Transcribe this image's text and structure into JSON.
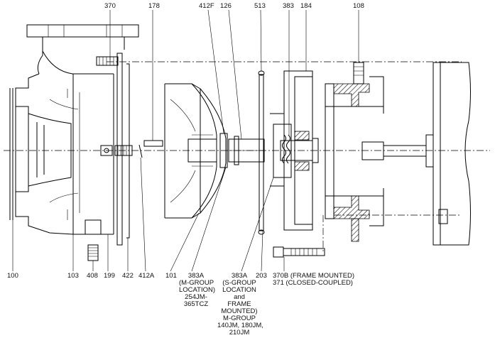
{
  "diagram": {
    "callouts": {
      "c370": "370",
      "c178": "178",
      "c412F": "412F",
      "c126": "126",
      "c513": "513",
      "c383": "383",
      "c184": "184",
      "c108": "108",
      "c100": "100",
      "c103": "103",
      "c408": "408",
      "c199": "199",
      "c422": "422",
      "c412A": "412A",
      "c101": "101",
      "c383A_m": [
        "383A",
        "(M-GROUP",
        "LOCATION)",
        "254JM-",
        "365TCZ"
      ],
      "c383A_s": [
        "383A",
        "(S-GROUP",
        "LOCATION",
        "and",
        "FRAME",
        "MOUNTED)",
        "M-GROUP",
        "140JM, 180JM,",
        "210JM"
      ],
      "c203": "203",
      "c370B": [
        "370B (FRAME MOUNTED)",
        "371 (CLOSED-COUPLED)"
      ]
    }
  }
}
